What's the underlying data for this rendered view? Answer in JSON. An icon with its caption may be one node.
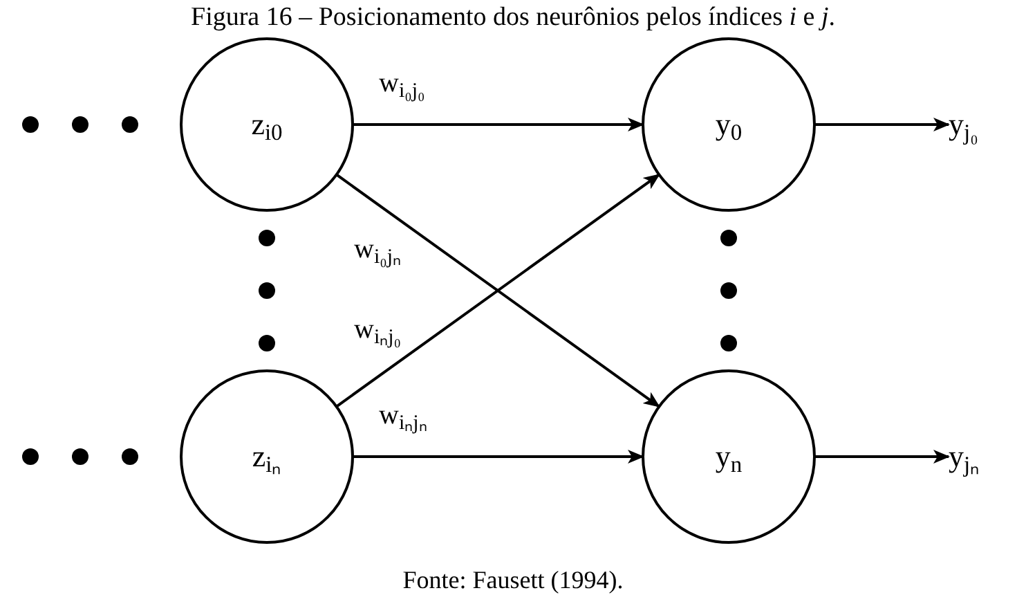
{
  "diagram": {
    "title": "Figura 16 – Posicionamento dos neurônios pelos índices *i* e *j*.",
    "caption": "Fonte: Fausett (1994).",
    "nodes": [
      {
        "text": [
          "z$_{i0}$"
        ]
      },
      {
        "text": [
          "y$_{0}$"
        ]
      },
      {
        "text": [
          "z$_{iₙ}$"
        ]
      },
      {
        "text": [
          "y$_{n}$"
        ]
      },
      {
        "text": [
          "y$_{j₀}$"
        ]
      },
      {
        "text": [
          "y$_{jₙ}$"
        ]
      }
    ],
    "edges": [
      {
        "from": 0,
        "to": 1,
        "arrow": "to",
        "label": "w$_{i₀j₀}$"
      },
      {
        "from": 0,
        "to": 3,
        "arrow": "to",
        "label": "w$_{i₀jₙ}$"
      },
      {
        "from": 2,
        "to": 1,
        "arrow": "to",
        "label": "w$_{iₙj₀}$"
      },
      {
        "from": 2,
        "to": 3,
        "arrow": "to",
        "label": "w$_{iₙjₙ}$"
      },
      {
        "from": 1,
        "to": 4,
        "arrow": "to"
      },
      {
        "from": 3,
        "to": 5,
        "arrow": "to"
      }
    ]
  }
}
